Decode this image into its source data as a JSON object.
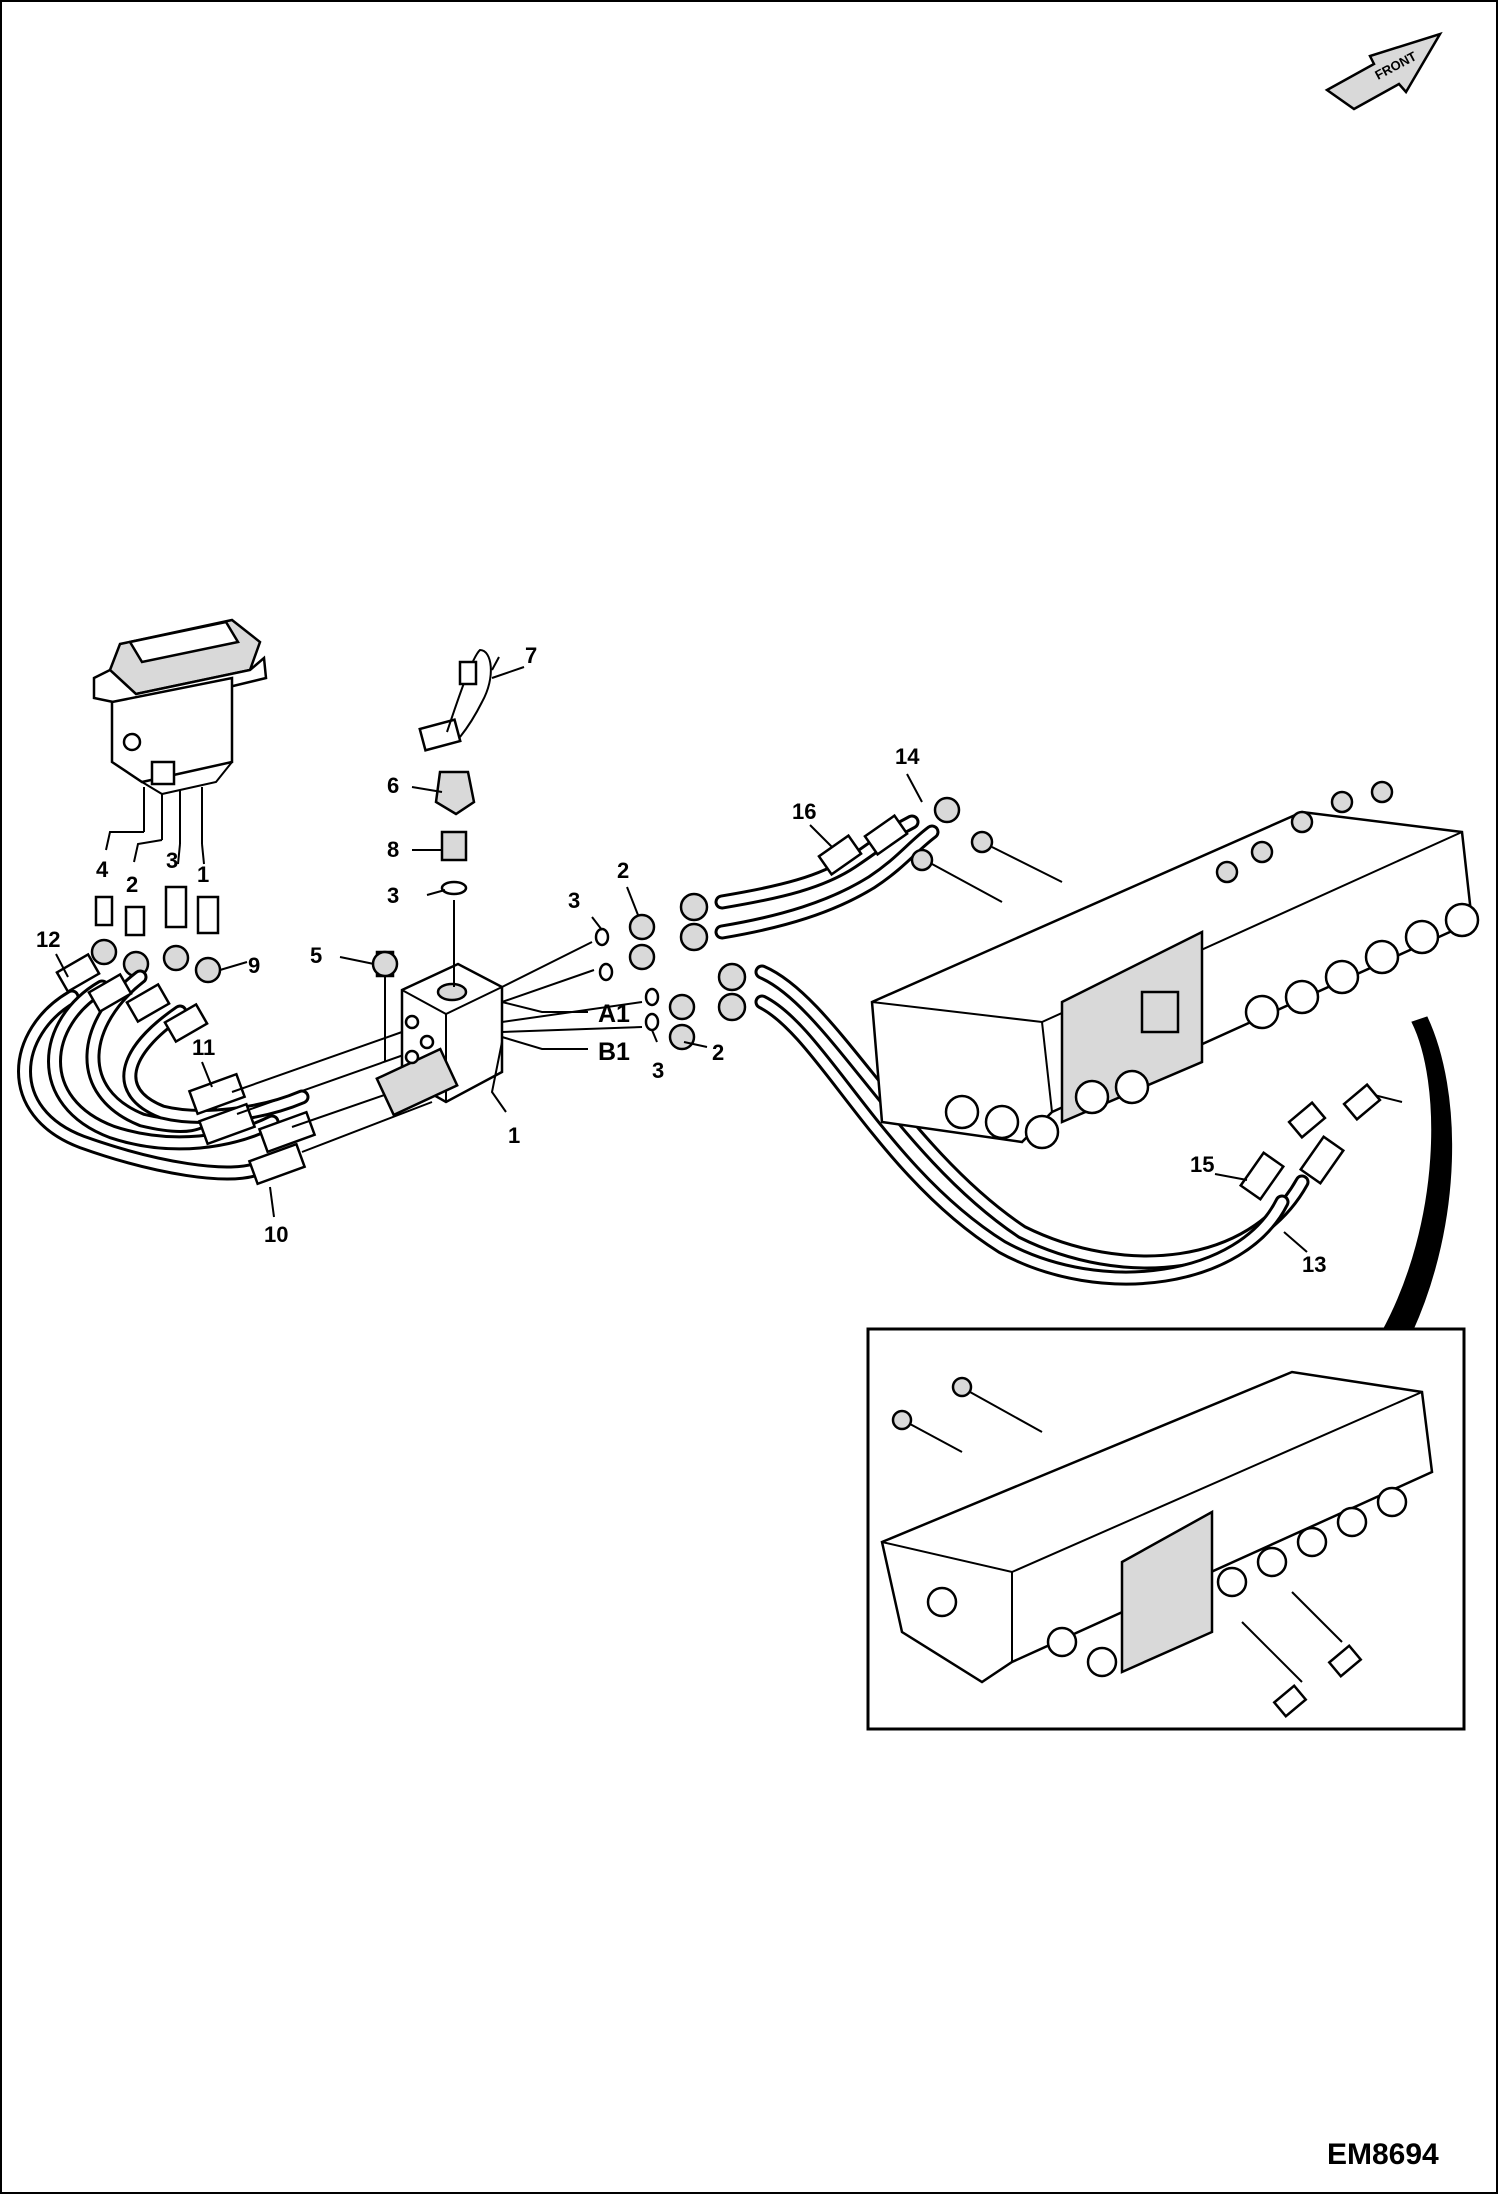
{
  "figure_id": "EM8694",
  "orientation_label": "FRONT",
  "callouts": {
    "c1_block": "1",
    "c2_upper": "2",
    "c2_lower": "2",
    "c3_upper": "3",
    "c3_lower": "3",
    "c3_sensor": "3",
    "c5": "5",
    "c6": "6",
    "c7": "7",
    "c8": "8",
    "c9": "9",
    "c10": "10",
    "c11": "11",
    "c12": "12",
    "c13": "13",
    "c14": "14",
    "c15": "15",
    "c16": "16",
    "pilot_4": "4",
    "pilot_2": "2",
    "pilot_3": "3",
    "pilot_1": "1"
  },
  "ports": {
    "a1": "A1",
    "b1": "B1"
  },
  "colors": {
    "ink": "#000000",
    "shade": "#d9d9d9",
    "paper": "#ffffff"
  }
}
